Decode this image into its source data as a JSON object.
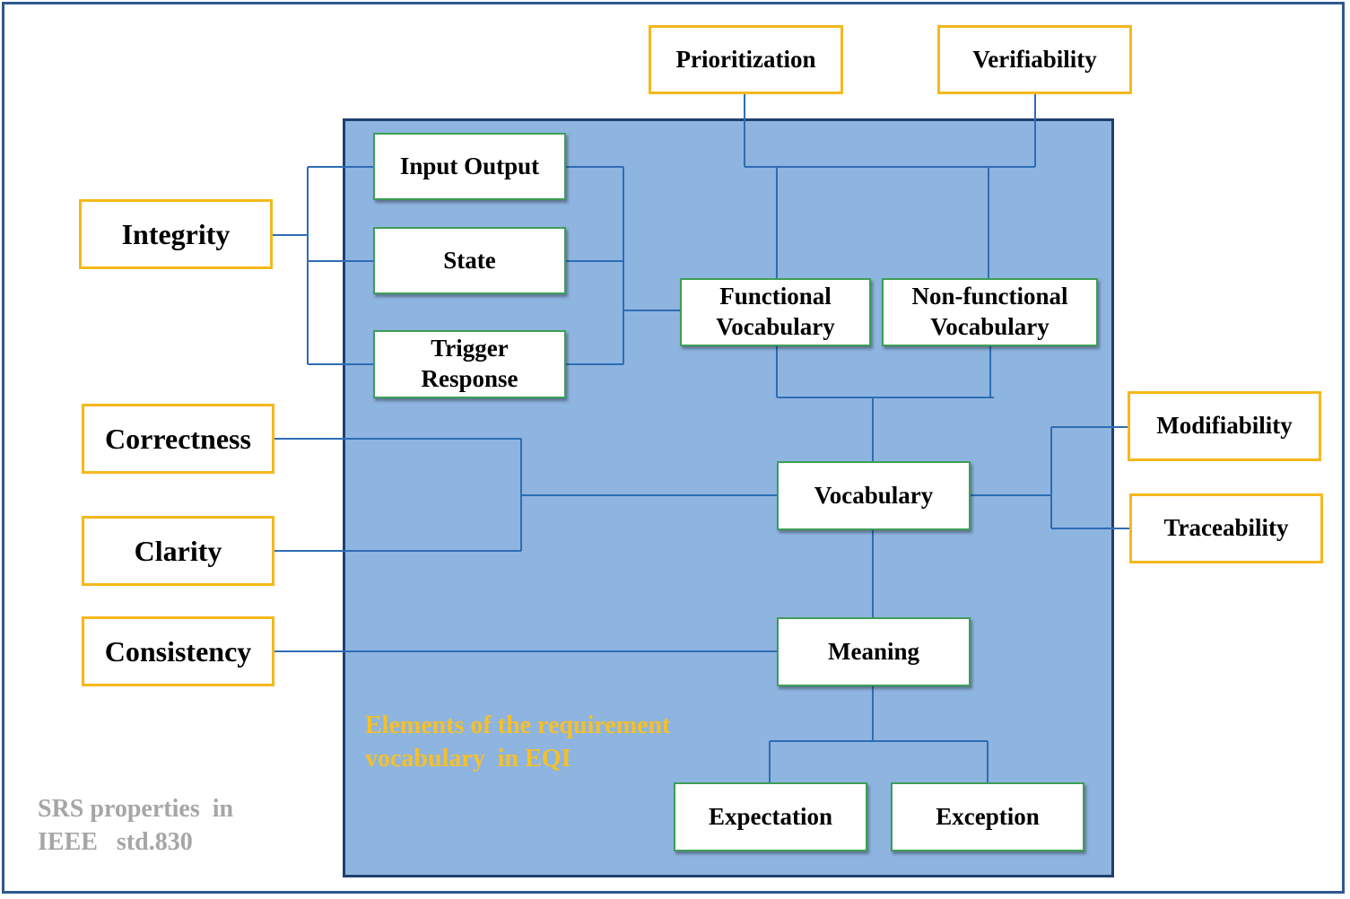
{
  "srs_properties": {
    "integrity": "Integrity",
    "correctness": "Correctness",
    "clarity": "Clarity",
    "consistency": "Consistency",
    "prioritization": "Prioritization",
    "verifiability": "Verifiability",
    "modifiability": "Modifiability",
    "traceability": "Traceability"
  },
  "vocabulary_elements": {
    "input_output": "Input Output",
    "state": "State",
    "trigger_response": "Trigger Response",
    "functional_vocabulary": "Functional Vocabulary",
    "nonfunctional_vocabulary": "Non-functional Vocabulary",
    "vocabulary": "Vocabulary",
    "meaning": "Meaning",
    "expectation": "Expectation",
    "exception": "Exception"
  },
  "labels": {
    "inner_caption": "Elements of the requirement\nvocabulary  in EQI",
    "outer_caption": "SRS properties  in\nIEEE   std.830"
  },
  "colors": {
    "panel_fill": "#8eb4e0",
    "panel_border": "#1f3f6e",
    "property_border": "#f5b81c",
    "element_border": "#3e9e55",
    "connector": "#2e6db5",
    "inner_caption": "#f5c02a",
    "outer_caption": "#a6a6a6"
  }
}
